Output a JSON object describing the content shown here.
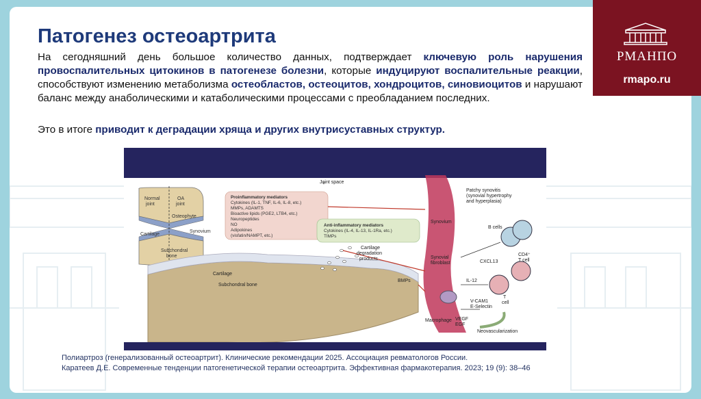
{
  "slide": {
    "title": "Патогенез остеоартрита",
    "paragraph": [
      {
        "text": "На сегодняшний день большое количество данных, подтверждает ",
        "bold": false
      },
      {
        "text": "ключевую роль нарушения провоспалительных цитокинов в патогенезе болезни",
        "bold": true
      },
      {
        "text": ", которые ",
        "bold": false
      },
      {
        "text": "индуцируют воспалительные реакции",
        "bold": true
      },
      {
        "text": ", способствуют изменению метаболизма ",
        "bold": false
      },
      {
        "text": "остеобластов, остеоцитов, хондроцитов, синовиоцитов",
        "bold": true
      },
      {
        "text": " и нарушают  баланс между анаболическими и катаболическими процессами с преобладанием последних.",
        "bold": false
      }
    ],
    "conclusion": [
      {
        "text": "Это в итоге ",
        "bold": false
      },
      {
        "text": "приводит к деградации хряща и других внутрисуставных структур.",
        "bold": true
      }
    ],
    "references": [
      "Полиартроз (генерализованный остеоартрит). Клинические рекомендации 2025. Ассоциация ревматологов России.",
      "Каратеев Д.Е. Современные тенденции патогенетической терапии остеоартрита. Эффективная фармакотерапия. 2023; 19 (9): 38–46"
    ]
  },
  "brand": {
    "name": "РМАНПО",
    "url": "rmapo.ru",
    "color": "#7b1321",
    "logo_icon": "building-icon"
  },
  "figure": {
    "labels": {
      "joint_space": "Joint space",
      "normal_joint": "Normal joint",
      "oa_joint": "OA joint",
      "osteophyte": "Osteophyte",
      "cartilage_small": "Cartilage",
      "synovium_small": "Synovium",
      "subchondral_small": "Subchondral bone",
      "cartilage_main": "Cartilage",
      "subchondral_main": "Subchondral bone",
      "cartilage_products": [
        "Cartilage",
        "degradation",
        "products"
      ],
      "bmps": "BMPs",
      "macrophage": "Macrophage",
      "synovium": "Synovium",
      "synovial_fibroblast": [
        "Synovial",
        "fibroblast"
      ],
      "patchy_synovitis": [
        "Patchy synovitis",
        "(synovial hypertrophy",
        "and hyperplasia)"
      ],
      "b_cells": "B cells",
      "cxcl13": "CXCL13",
      "cd4_t_cell": [
        "CD4⁺",
        "T cell"
      ],
      "il12": "IL-12",
      "t_cell": [
        "T",
        "cell"
      ],
      "vcam": [
        "V-CAM1",
        "E-Selectin"
      ],
      "vegf": [
        "VEGF",
        "EGF"
      ],
      "neovascularization": "Neovascularization"
    },
    "proinflammatory": [
      "Proinflammatory mediators",
      "Cytokines (IL-1, TNF, IL-6, IL-8, etc.)",
      "MMPs, ADAMTS",
      "Bioactive lipids (PGE2, LTB4, etc.)",
      "Neuropeptides",
      "NO",
      "Adipokines",
      "(visfatin/NAMPT, etc.)"
    ],
    "antiinflammatory": [
      "Anti-inflammatory mediators",
      "Cytokines (IL-4, IL-13, IL-1Ra, etc.)",
      "TIMPs"
    ],
    "symbols": {
      "plus": "+",
      "minus": "−"
    }
  }
}
